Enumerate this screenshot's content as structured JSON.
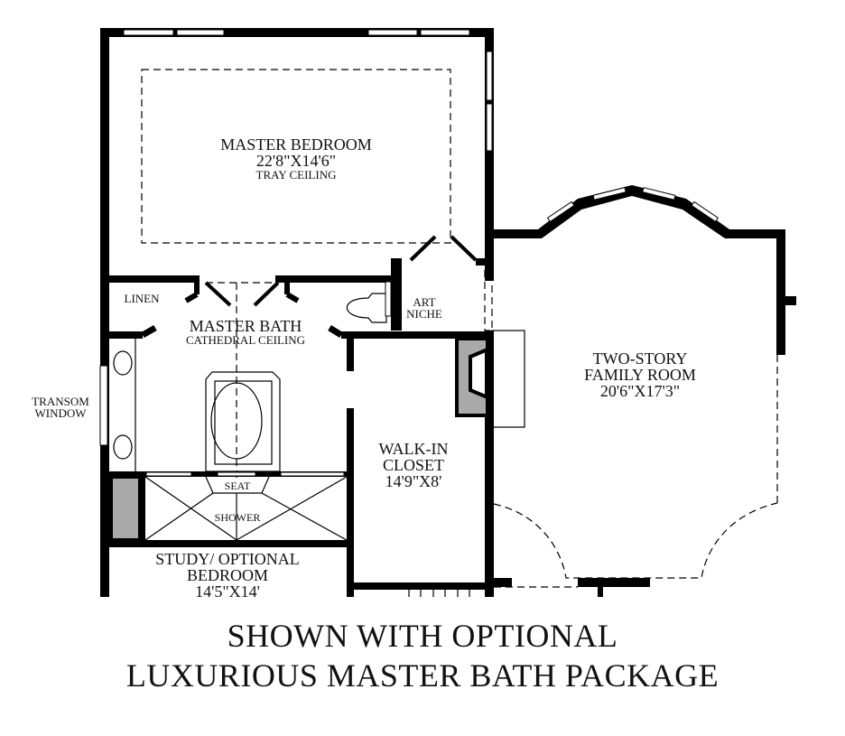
{
  "diagram": {
    "type": "floor-plan",
    "rooms": [
      {
        "id": "master-bedroom",
        "name": "MASTER BEDROOM",
        "dimensions": "22'8\"X14'6\"",
        "note": "TRAY CEILING"
      },
      {
        "id": "master-bath",
        "name": "MASTER BATH",
        "note": "CATHEDRAL CEILING"
      },
      {
        "id": "linen",
        "name": "LINEN"
      },
      {
        "id": "art-niche",
        "name_line1": "ART",
        "name_line2": "NICHE"
      },
      {
        "id": "walk-in-closet",
        "name_line1": "WALK-IN",
        "name_line2": "CLOSET",
        "dimensions": "14'9\"X8'"
      },
      {
        "id": "family-room",
        "name_line1": "TWO-STORY",
        "name_line2": "FAMILY ROOM",
        "dimensions": "20'6\"X17'3\""
      },
      {
        "id": "study",
        "name_line1": "STUDY/ OPTIONAL",
        "name_line2": "BEDROOM",
        "dimensions": "14'5\"X14'"
      },
      {
        "id": "shower",
        "name": "SHOWER"
      },
      {
        "id": "seat",
        "name": "SEAT"
      }
    ],
    "callouts": {
      "transom_line1": "TRANSOM",
      "transom_line2": "WINDOW"
    },
    "caption": {
      "line1": "SHOWN WITH OPTIONAL",
      "line2": "LUXURIOUS MASTER BATH PACKAGE"
    },
    "colors": {
      "wall": "#000000",
      "chase": "#a9a9a9",
      "background": "#ffffff"
    }
  }
}
